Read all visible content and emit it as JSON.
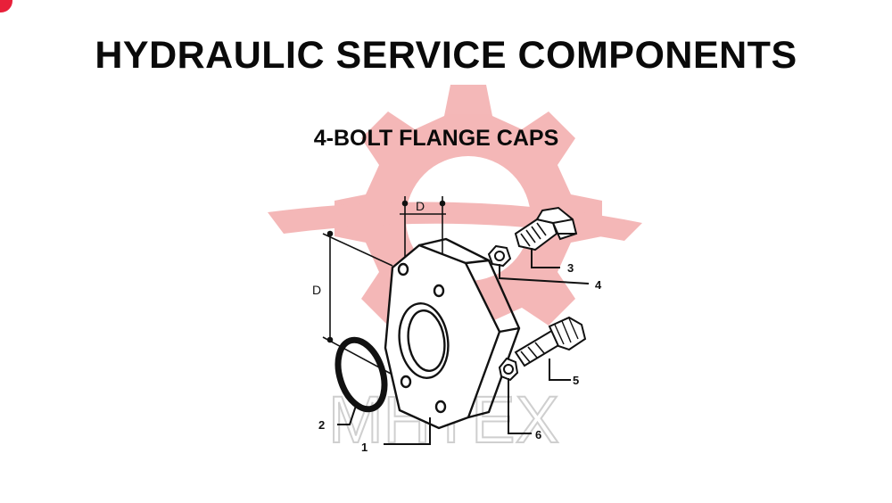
{
  "header": {
    "title": "HYDRAULIC SERVICE COMPONENTS",
    "subtitle": "4-BOLT FLANGE CAPS"
  },
  "diagram": {
    "dimension_labels": [
      "D",
      "D"
    ],
    "callouts": [
      "1",
      "2",
      "3",
      "4",
      "5",
      "6"
    ],
    "watermark": {
      "text": "MHTEX",
      "color": "#f3b0b0"
    }
  },
  "colors": {
    "ink": "#111111",
    "watermark": "#f3b0b0",
    "corner_mark": "#e8203a"
  }
}
